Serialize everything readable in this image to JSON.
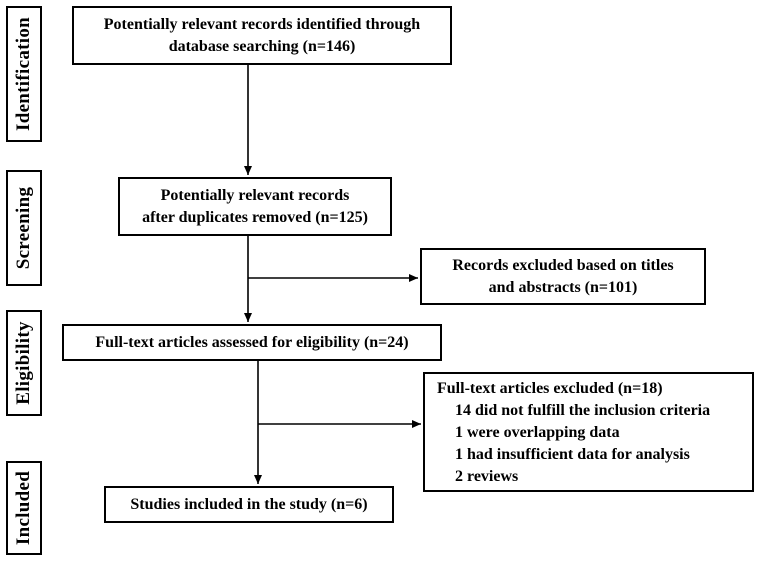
{
  "stages": {
    "identification": "Identification",
    "screening": "Screening",
    "eligibility": "Eligibility",
    "included": "Included"
  },
  "boxes": {
    "identified": {
      "line1": "Potentially relevant records identified through",
      "line2": "database searching (n=146)"
    },
    "after_duplicates": {
      "line1": "Potentially relevant records",
      "line2": "after duplicates removed (n=125)"
    },
    "excluded_titles": {
      "line1": "Records excluded based on titles",
      "line2": "and abstracts (n=101)"
    },
    "full_text_assessed": {
      "text": "Full-text articles assessed for eligibility (n=24)"
    },
    "full_text_excluded": {
      "heading": "Full-text articles excluded (n=18)",
      "items": [
        "14 did not fulfill the inclusion criteria",
        "1 were overlapping data",
        "1 had insufficient data for analysis",
        "2 reviews"
      ]
    },
    "included": {
      "text": "Studies included in the study (n=6)"
    }
  }
}
